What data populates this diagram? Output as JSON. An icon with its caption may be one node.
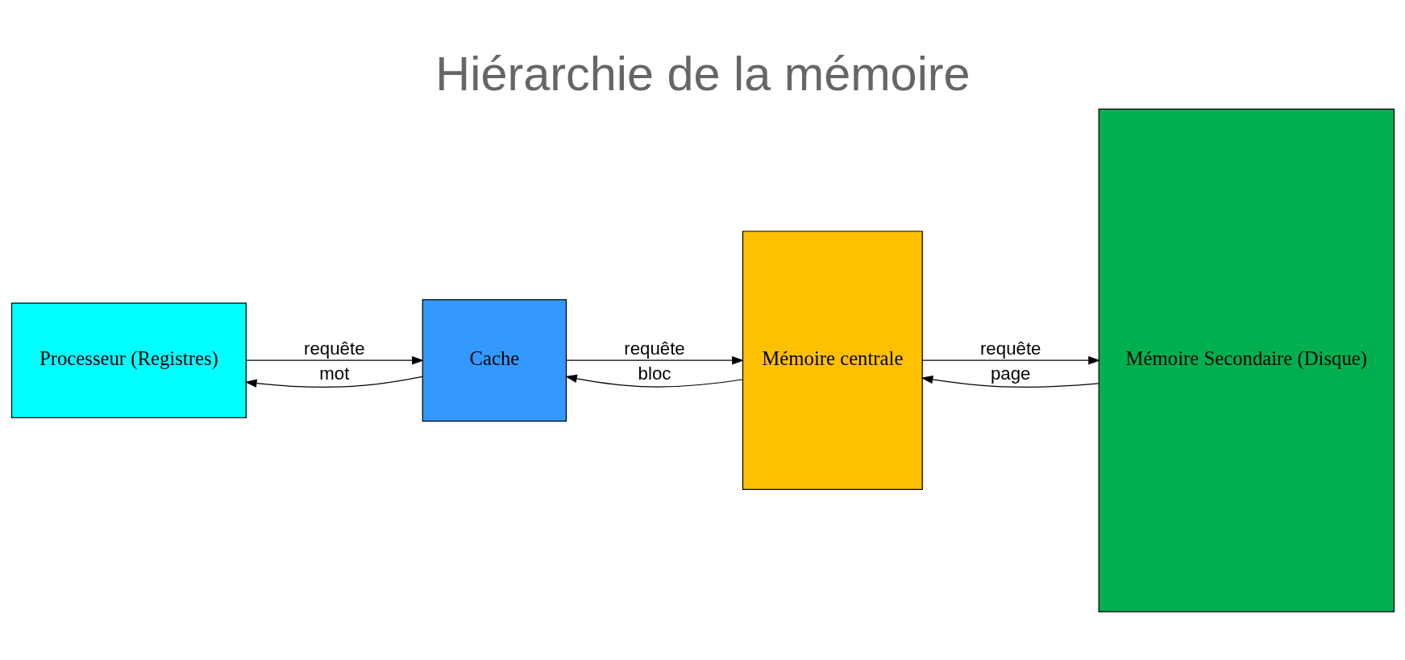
{
  "diagram": {
    "title": "Hiérarchie de la mémoire",
    "nodes": [
      {
        "text": [
          "Processeur (Registres)"
        ]
      },
      {
        "text": [
          "Cache"
        ]
      },
      {
        "text": [
          "Mémoire centrale"
        ]
      },
      {
        "text": [
          "Mémoire Secondaire (Disque)"
        ]
      }
    ],
    "edges": [
      {
        "from": 0,
        "to": 1,
        "arrow": "to",
        "label": "requête"
      },
      {
        "from": 1,
        "to": 0,
        "arrow": "to",
        "label": "mot"
      },
      {
        "from": 1,
        "to": 2,
        "arrow": "to",
        "label": "requête"
      },
      {
        "from": 2,
        "to": 1,
        "arrow": "to",
        "label": "bloc"
      },
      {
        "from": 2,
        "to": 3,
        "arrow": "to",
        "label": "requête"
      },
      {
        "from": 3,
        "to": 2,
        "arrow": "to",
        "label": "page"
      }
    ]
  }
}
